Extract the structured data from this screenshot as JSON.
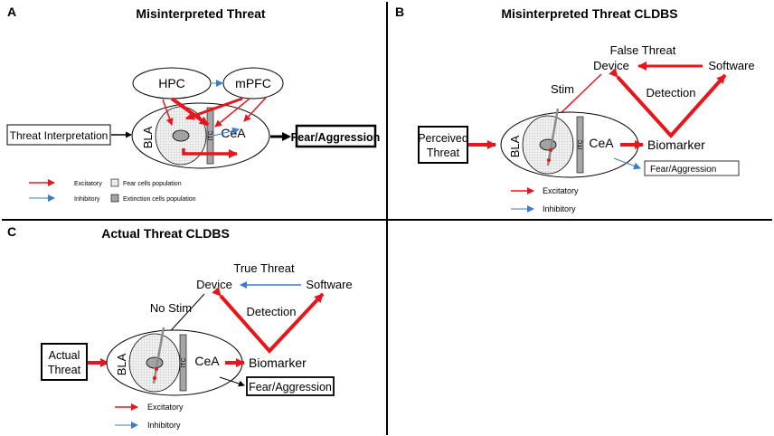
{
  "colors": {
    "excitatory": "#e8151b",
    "inhibitory": "#3a7ec9",
    "frame": "#000000",
    "itc": "#a6a6a6"
  },
  "icons": {
    "nucleus": "oval",
    "arrow": "arrowhead",
    "electrode": "line-probe"
  },
  "panels": {
    "a": {
      "letter": "A",
      "title": "Misinterpreted Threat",
      "hpc": "HPC",
      "mpfc": "mPFC",
      "input": "Threat Interpretation",
      "bla": "BLA",
      "itc": "ITC",
      "cea": "CeA",
      "output": "Fear/Aggression",
      "legend": {
        "excitatory": "Excitatory",
        "inhibitory": "Inhibitory",
        "fear_cells": "Fear cells population",
        "extinction_cells": "Extinction cells population"
      }
    },
    "b": {
      "letter": "B",
      "title": "Misinterpreted Threat CLDBS",
      "device": "Device",
      "software": "Software",
      "false_threat": "False Threat",
      "detection": "Detection",
      "stim": "Stim",
      "input_line1": "Perceived",
      "input_line2": "Threat",
      "bla": "BLA",
      "itc": "ITC",
      "cea": "CeA",
      "biomarker": "Biomarker",
      "output": "Fear/Aggression",
      "legend": {
        "excitatory": "Excitatory",
        "inhibitory": "Inhibitory"
      }
    },
    "c": {
      "letter": "C",
      "title": "Actual Threat CLDBS",
      "device": "Device",
      "software": "Software",
      "true_threat": "True Threat",
      "detection": "Detection",
      "no_stim": "No Stim",
      "input_line1": "Actual",
      "input_line2": "Threat",
      "bla": "BLA",
      "itc": "ITC",
      "cea": "CeA",
      "biomarker": "Biomarker",
      "output": "Fear/Aggression",
      "legend": {
        "excitatory": "Excitatory",
        "inhibitory": "Inhibitory"
      }
    }
  }
}
